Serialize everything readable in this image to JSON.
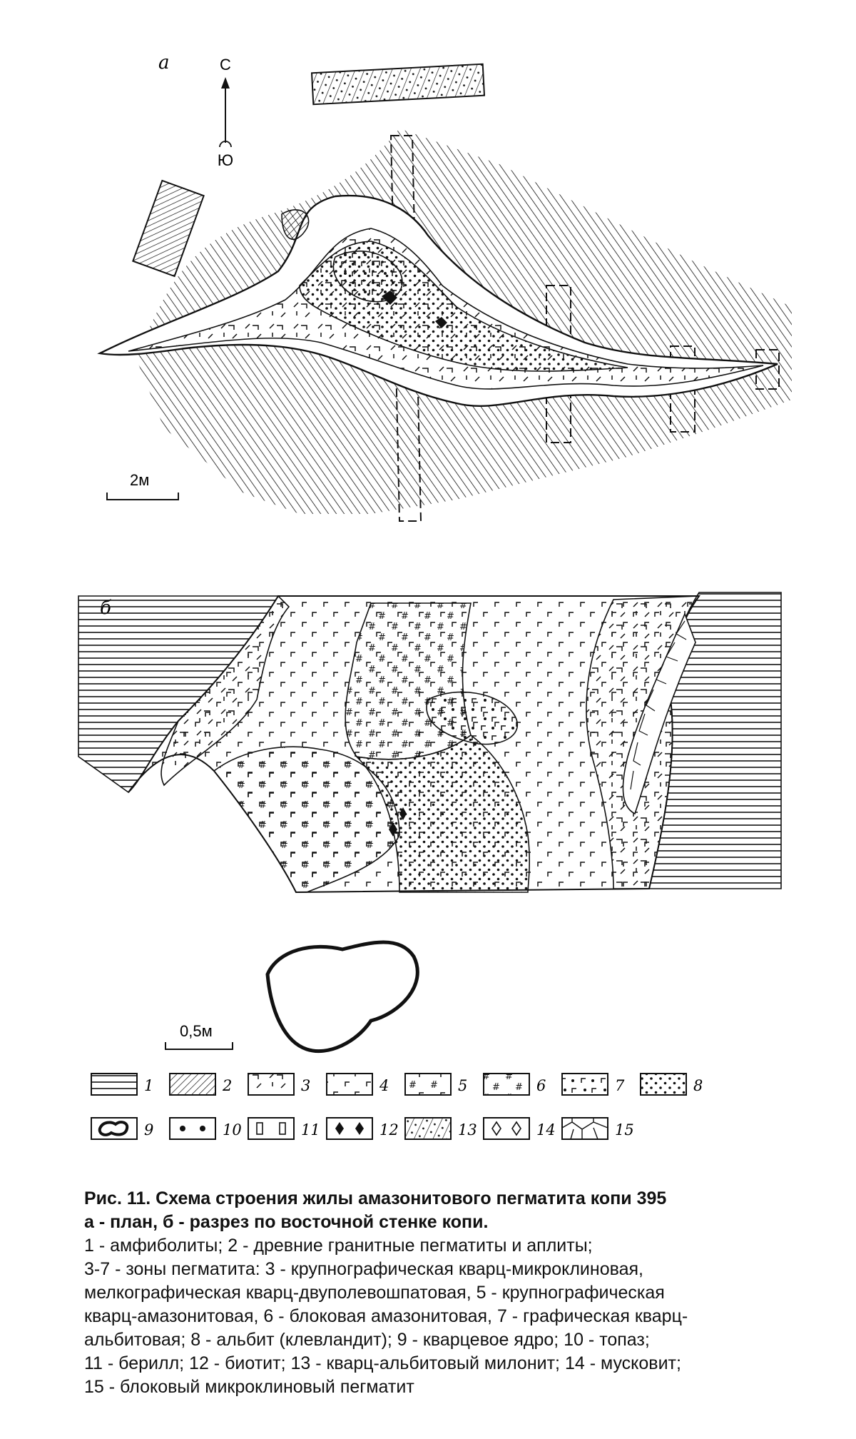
{
  "figure": {
    "panel_a": {
      "label": "а",
      "north_label": "С",
      "south_label": "Ю",
      "scale_label": "2м"
    },
    "panel_b": {
      "label": "б",
      "scale_label": "0,5м"
    }
  },
  "legend": {
    "items": [
      {
        "num": "1",
        "pattern": "amphibolite"
      },
      {
        "num": "2",
        "pattern": "granite-pegmatite"
      },
      {
        "num": "3",
        "pattern": "coarse-graphic"
      },
      {
        "num": "4",
        "pattern": "fine-graphic"
      },
      {
        "num": "5",
        "pattern": "coarse-amazonite"
      },
      {
        "num": "6",
        "pattern": "block-amazonite"
      },
      {
        "num": "7",
        "pattern": "graphic-albite"
      },
      {
        "num": "8",
        "pattern": "albite-dots"
      },
      {
        "num": "9",
        "pattern": "quartz-core"
      },
      {
        "num": "10",
        "pattern": "topaz"
      },
      {
        "num": "11",
        "pattern": "beryl"
      },
      {
        "num": "12",
        "pattern": "biotite"
      },
      {
        "num": "13",
        "pattern": "mylonite"
      },
      {
        "num": "14",
        "pattern": "muscovite"
      },
      {
        "num": "15",
        "pattern": "block-microcline"
      }
    ]
  },
  "caption": {
    "title": "Рис. 11. Схема строения жилы амазонитового пегматита копи 395",
    "subtitle": "а - план, б - разрез по восточной стенке копи.",
    "lines": [
      "1 - амфиболиты; 2 - древние гранитные пегматиты и аплиты;",
      "3-7 - зоны пегматита: 3 - крупнографическая кварц-микроклиновая,",
      "мелкографическая кварц-двуполевошпатовая, 5 - крупнографическая",
      "кварц-амазонитовая, 6 - блоковая амазонитовая, 7 - графическая кварц-",
      "альбитовая; 8 - альбит (клевландит); 9 - кварцевое ядро; 10 - топаз;",
      "11 - берилл; 12 - биотит; 13 - кварц-альбитовый милонит; 14 - мусковит;",
      "15 - блоковый микроклиновый пегматит"
    ]
  }
}
